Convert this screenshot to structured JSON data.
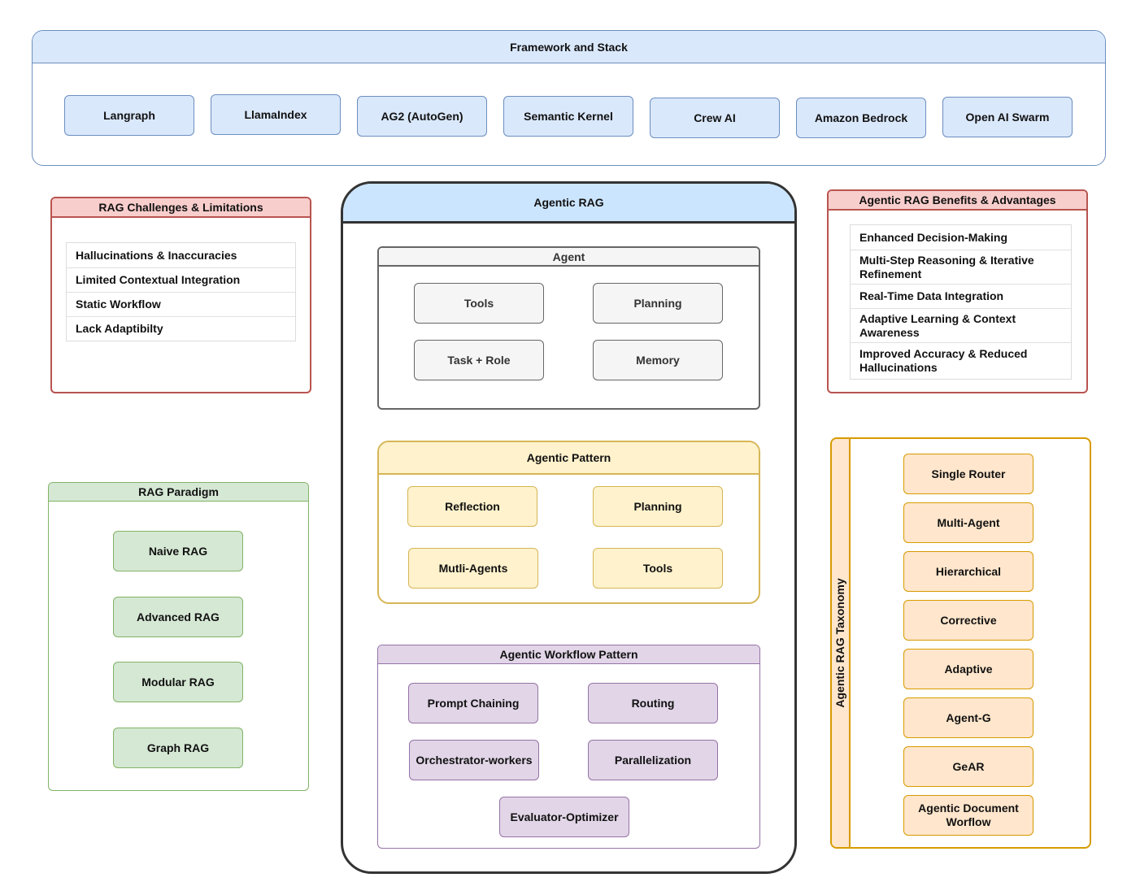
{
  "framework": {
    "title": "Framework and Stack",
    "items": [
      "Langraph",
      "LlamaIndex",
      "AG2 (AutoGen)",
      "Semantic Kernel",
      "Crew AI",
      "Amazon Bedrock",
      "Open AI Swarm"
    ]
  },
  "challenges": {
    "title": "RAG Challenges & Limitations",
    "items": [
      "Hallucinations & Inaccuracies",
      "Limited Contextual Integration",
      "Static Workflow",
      "Lack Adaptibilty"
    ]
  },
  "benefits": {
    "title": "Agentic RAG Benefits & Advantages",
    "items": [
      "Enhanced Decision-Making",
      "Multi-Step Reasoning & Iterative Refinement",
      "Real-Time Data Integration",
      "Adaptive Learning & Context Awareness",
      "Improved Accuracy & Reduced Hallucinations"
    ]
  },
  "paradigm": {
    "title": "RAG Paradigm",
    "items": [
      "Naive RAG",
      "Advanced RAG",
      "Modular RAG",
      "Graph RAG"
    ]
  },
  "agentic_rag": {
    "title": "Agentic RAG",
    "agent": {
      "title": "Agent",
      "items": [
        "Tools",
        "Planning",
        "Task + Role",
        "Memory"
      ]
    },
    "pattern": {
      "title": "Agentic Pattern",
      "items": [
        "Reflection",
        "Planning",
        "Mutli-Agents",
        "Tools"
      ]
    },
    "workflow": {
      "title": "Agentic Workflow Pattern",
      "items": [
        "Prompt Chaining",
        "Routing",
        "Orchestrator-workers",
        "Parallelization",
        "Evaluator-Optimizer"
      ]
    }
  },
  "taxonomy": {
    "title": "Agentic RAG Taxonomy",
    "items": [
      "Single Router",
      "Multi-Agent",
      "Hierarchical",
      "Corrective",
      "Adaptive",
      "Agent-G",
      "GeAR",
      "Agentic Document Worflow"
    ]
  }
}
